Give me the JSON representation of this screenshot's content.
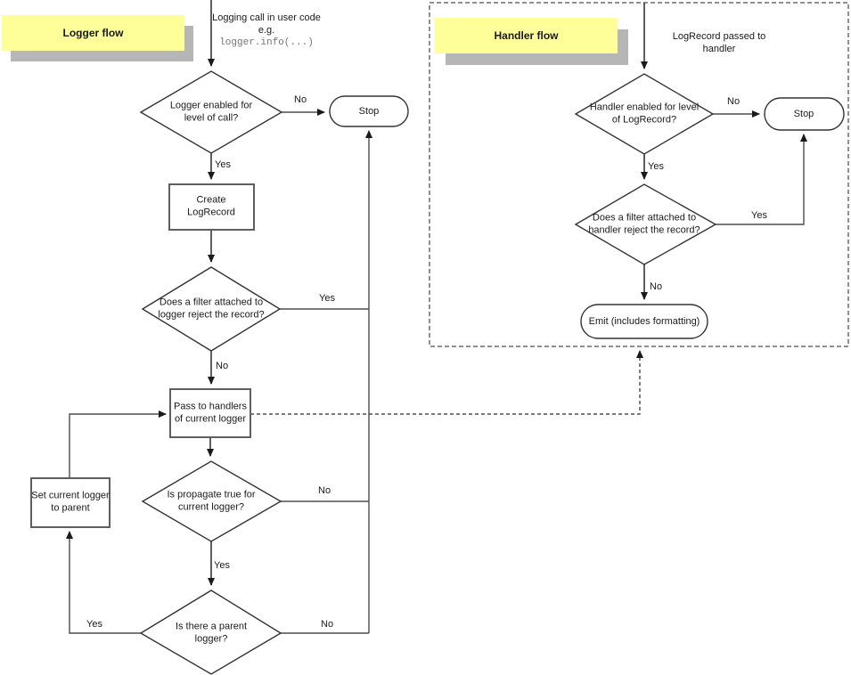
{
  "colors": {
    "note_fill": "#ffff99",
    "note_shadow": "#b6b6b6",
    "connector": "#4d4d4d",
    "shape_stroke": "#333333",
    "box_stroke": "#5f5f5f",
    "dashed_border": "#6b6b6b",
    "code_text": "#757575",
    "arrow": "#1a1a1a"
  },
  "labels": {
    "yes": "Yes",
    "no": "No"
  },
  "logger_flow": {
    "title": "Logger flow",
    "start": {
      "text": "Logging call in user code",
      "eg": "e.g.",
      "code": "logger.info(...)"
    },
    "nodes": {
      "decision_level": "Logger enabled for level of call?",
      "stop": "Stop",
      "create_record": "Create LogRecord",
      "decision_filter": "Does a filter attached to logger reject the record?",
      "pass_handlers": "Pass to handlers of current logger",
      "decision_propagate": "Is propagate true for current logger?",
      "decision_parent": "Is there a parent logger?",
      "set_parent": "Set current logger to parent"
    }
  },
  "handler_flow": {
    "title": "Handler flow",
    "start": {
      "text": "LogRecord passed to handler"
    },
    "nodes": {
      "decision_level": "Handler enabled for level of LogRecord?",
      "stop": "Stop",
      "decision_filter": "Does a filter attached to handler reject the record?",
      "emit": "Emit (includes formatting)"
    }
  }
}
